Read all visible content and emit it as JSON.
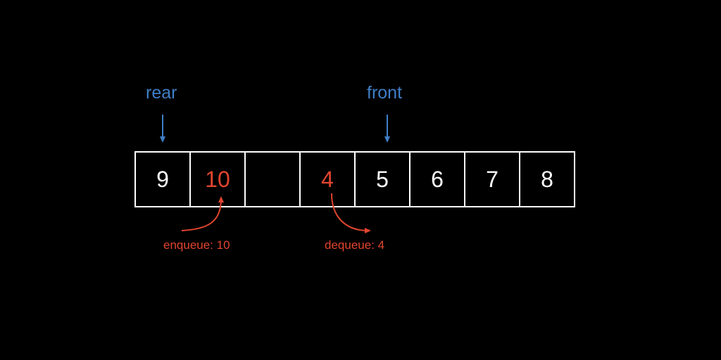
{
  "pointers": {
    "rear_label": "rear",
    "front_label": "front"
  },
  "queue": {
    "cells": [
      "9",
      "10",
      "",
      "4",
      "5",
      "6",
      "7",
      "8"
    ],
    "highlighted": [
      1,
      3
    ]
  },
  "operations": {
    "enqueue_label": "enqueue: 10",
    "dequeue_label": "dequeue: 4"
  },
  "colors": {
    "background": "#000000",
    "pointer": "#3f7fc7",
    "highlight": "#e2452f",
    "cell_border": "#ffffff",
    "cell_text": "#ffffff"
  }
}
